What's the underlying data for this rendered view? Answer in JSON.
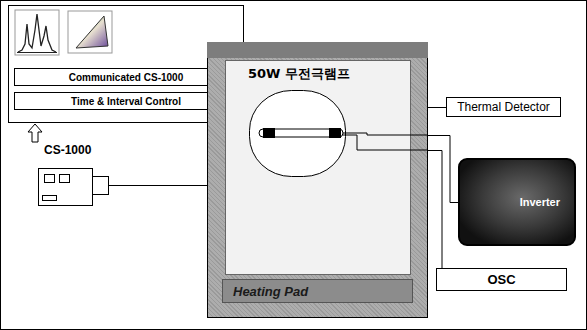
{
  "diagram": {
    "nodes": [
      {
        "text": [
          "Communicated CS-1000"
        ]
      },
      {
        "text": [
          "Time & Interval Control"
        ]
      },
      {
        "text": [
          "50W 무전극램프"
        ]
      },
      {
        "text": [
          "Heating Pad"
        ],
        "in": 2
      },
      {
        "text": [
          "Thermal Detector"
        ]
      },
      {
        "text": [
          "Inverter"
        ]
      },
      {
        "text": [
          "OSC"
        ]
      }
    ],
    "edges": [
      {
        "from": 2,
        "to": 4,
        "arrow": "none"
      },
      {
        "from": 2,
        "to": 5,
        "arrow": "none"
      },
      {
        "from": 2,
        "to": 6,
        "arrow": "none"
      }
    ],
    "labels": [
      "CS-1000"
    ]
  }
}
